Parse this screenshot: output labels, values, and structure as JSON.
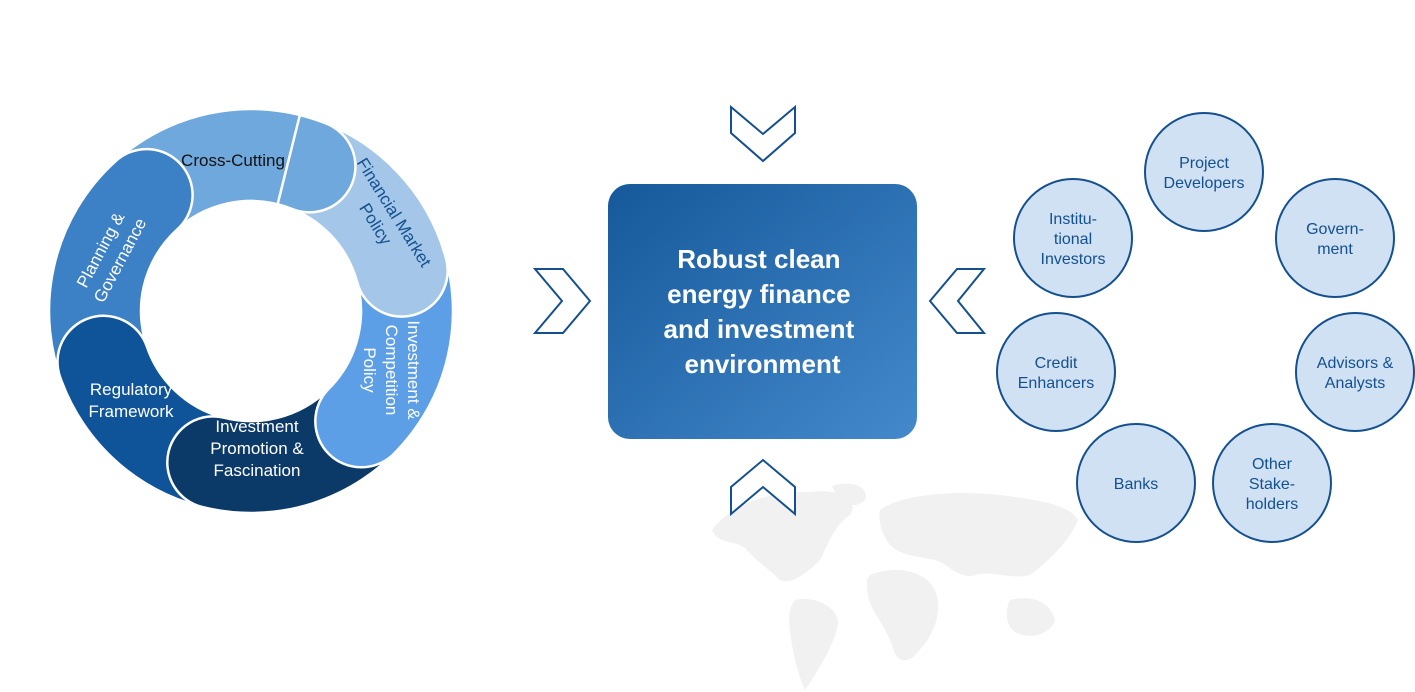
{
  "colors": {
    "outline": "#14508f",
    "circle_fill": "#cfe1f3",
    "box_gradient_start": "#15599b",
    "box_gradient_end": "#4489cb",
    "map_fill": "#f1f1f1"
  },
  "ring": {
    "segments": [
      {
        "id": "cross-cutting",
        "lines": [
          "Cross-Cutting"
        ],
        "color": "#6fa8dc",
        "text_color": "#111111"
      },
      {
        "id": "financial-market-policy",
        "lines": [
          "Financial Market",
          "Policy"
        ],
        "color": "#a4c6e8",
        "text_color": "#14508f"
      },
      {
        "id": "investment-competition-policy",
        "lines": [
          "Investment &",
          "Competition",
          "Policy"
        ],
        "color": "#5d9fe6",
        "text_color": "#ffffff"
      },
      {
        "id": "investment-promotion-fascination",
        "lines": [
          "Investment",
          "Promotion &",
          "Fascination"
        ],
        "color": "#0c3a68",
        "text_color": "#ffffff"
      },
      {
        "id": "regulatory-framework",
        "lines": [
          "Regulatory",
          "Framework"
        ],
        "color": "#0f5499",
        "text_color": "#ffffff"
      },
      {
        "id": "planning-governance",
        "lines": [
          "Planning &",
          "Governance"
        ],
        "color": "#3c80c6",
        "text_color": "#ffffff"
      }
    ]
  },
  "center_box": {
    "lines": [
      "Robust clean",
      "energy finance",
      "and investment",
      "environment"
    ]
  },
  "arrows": {
    "top": "chevron-down",
    "bottom": "chevron-up",
    "left": "chevron-right",
    "right": "chevron-left"
  },
  "stakeholders": [
    {
      "id": "project-developers",
      "lines": [
        "Project",
        "Developers"
      ]
    },
    {
      "id": "government",
      "lines": [
        "Govern-",
        "ment"
      ]
    },
    {
      "id": "advisors-analysts",
      "lines": [
        "Advisors &",
        "Analysts"
      ]
    },
    {
      "id": "other-stakeholders",
      "lines": [
        "Other",
        "Stake-",
        "holders"
      ]
    },
    {
      "id": "banks",
      "lines": [
        "Banks"
      ]
    },
    {
      "id": "credit-enhancers",
      "lines": [
        "Credit",
        "Enhancers"
      ]
    },
    {
      "id": "institutional-investors",
      "lines": [
        "Institu-",
        "tional",
        "Investors"
      ]
    }
  ]
}
